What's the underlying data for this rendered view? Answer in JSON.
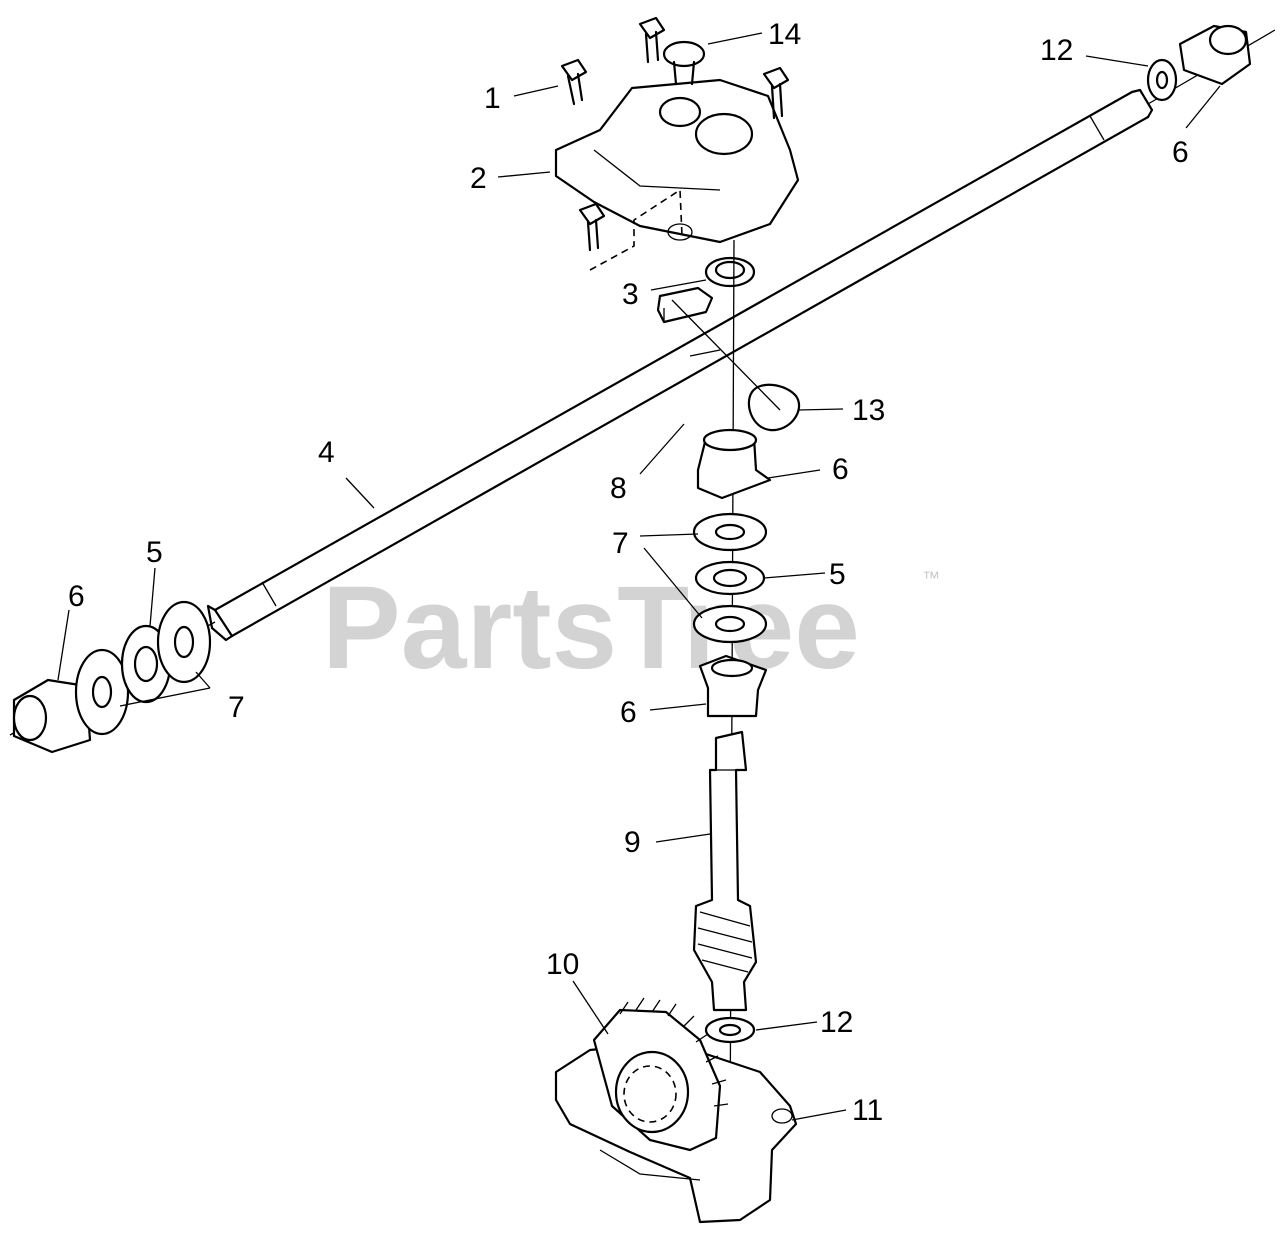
{
  "watermark": {
    "text": "PartsTree",
    "mark": "™"
  },
  "callouts": [
    {
      "id": "1",
      "label": "1"
    },
    {
      "id": "2",
      "label": "2"
    },
    {
      "id": "3",
      "label": "3"
    },
    {
      "id": "4",
      "label": "4"
    },
    {
      "id": "5a",
      "label": "5"
    },
    {
      "id": "5b",
      "label": "5"
    },
    {
      "id": "6a",
      "label": "6"
    },
    {
      "id": "6b",
      "label": "6"
    },
    {
      "id": "6c",
      "label": "6"
    },
    {
      "id": "6d",
      "label": "6"
    },
    {
      "id": "7a",
      "label": "7"
    },
    {
      "id": "7b",
      "label": "7"
    },
    {
      "id": "8",
      "label": "8"
    },
    {
      "id": "9",
      "label": "9"
    },
    {
      "id": "10",
      "label": "10"
    },
    {
      "id": "11",
      "label": "11"
    },
    {
      "id": "12a",
      "label": "12"
    },
    {
      "id": "12b",
      "label": "12"
    },
    {
      "id": "13",
      "label": "13"
    },
    {
      "id": "14",
      "label": "14"
    }
  ]
}
